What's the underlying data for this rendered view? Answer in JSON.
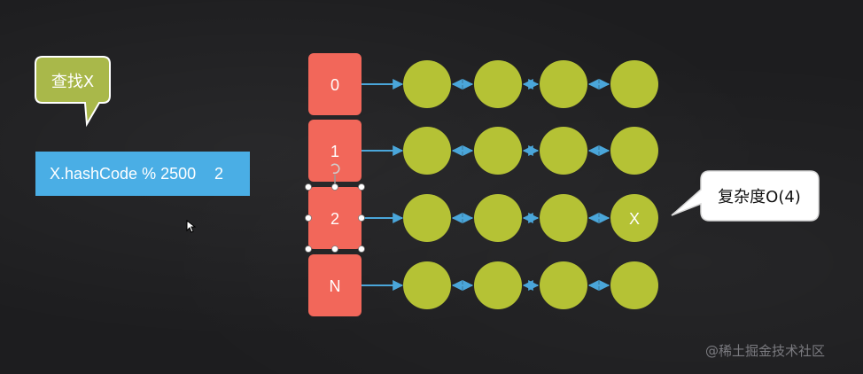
{
  "find_callout": {
    "text": "查找X"
  },
  "hash_bar": {
    "expression": "X.hashCode % 2500",
    "result": "2"
  },
  "buckets": [
    {
      "label": "0",
      "nodes": [
        "",
        "",
        "",
        ""
      ]
    },
    {
      "label": "1",
      "nodes": [
        "",
        "",
        "",
        ""
      ]
    },
    {
      "label": "2",
      "nodes": [
        "",
        "",
        "",
        "X"
      ]
    },
    {
      "label": "N",
      "nodes": [
        "",
        "",
        "",
        ""
      ]
    }
  ],
  "complexity_callout": {
    "text": "复杂度O(4)"
  },
  "watermark": "@稀土掘金技术社区",
  "colors": {
    "bucket_fill": "#f2675a",
    "node_fill": "#b5c235",
    "arrow": "#4aa6da",
    "callout_green": "#a9b84a",
    "hash_bar": "#4aaee5",
    "selection_handle": "#ffffff"
  },
  "selected_bucket_index": 2,
  "icons": {
    "cursor": "mouse-cursor-icon",
    "rotate_handle": "rotate-handle-icon"
  }
}
